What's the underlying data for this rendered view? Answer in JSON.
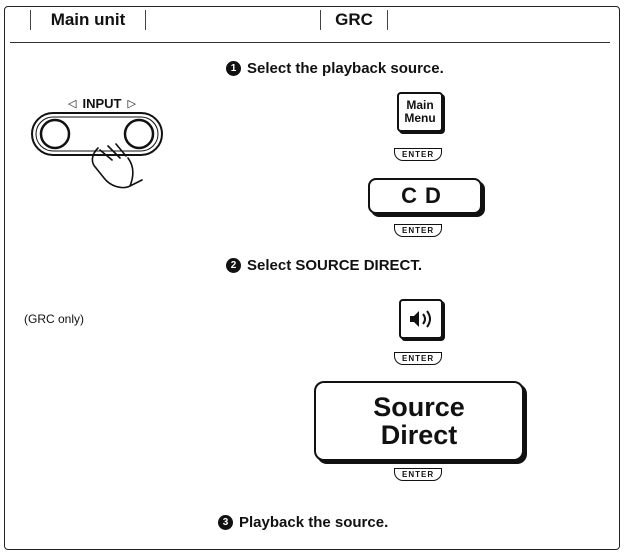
{
  "headers": {
    "main_unit": "Main unit",
    "grc": "GRC"
  },
  "main_unit": {
    "input_label": "INPUT",
    "left_arrow": "◁",
    "right_arrow": "▷",
    "note": "(GRC only)"
  },
  "steps": [
    {
      "num": "1",
      "text": "Select the playback source."
    },
    {
      "num": "2",
      "text": "Select SOURCE DIRECT."
    },
    {
      "num": "3",
      "text": "Playback the source."
    }
  ],
  "remote": {
    "main_menu_line1": "Main",
    "main_menu_line2": "Menu",
    "cd_label": "CD",
    "source_direct_line1": "Source",
    "source_direct_line2": "Direct",
    "enter_label": "ENTER"
  }
}
